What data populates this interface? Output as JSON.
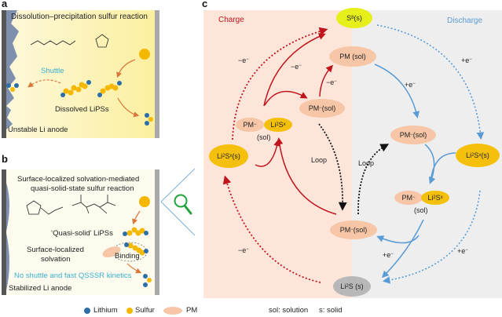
{
  "panels": {
    "a": {
      "label": "a",
      "title": "Dissolution–precipitation sulfur reaction",
      "shuttle": "Shuttle",
      "dissolved": "Dissolved LiPSs",
      "anode": "Unstable Li anode"
    },
    "b": {
      "label": "b",
      "title_line1": "Surface-localized solvation-mediated",
      "title_line2": "quasi-solid-state sulfur reaction",
      "quasi": "‘Quasi-solid’ LiPSs",
      "surface_line1": "Surface-localized",
      "surface_line2": "solvation",
      "binding": "Binding",
      "noshuttle": "No shuttle and fast QSSSR kinetics",
      "anode": "Stabilized Li anode",
      "magnifier_icon": "magnifier-icon"
    },
    "c": {
      "label": "c",
      "charge": "Charge",
      "discharge": "Discharge",
      "s8": "S",
      "s8_sub": "8",
      "s8_tail": " (s)",
      "pm_sol": "PM (sol)",
      "pm_minus": "PM",
      "minus_sup": "−",
      "sol": " (sol)",
      "sol_plain": "(sol)",
      "li": "Li",
      "li_sub": "2",
      "s_x": "S",
      "x_sub": "x",
      "solid": " (s)",
      "li2s_tail": "S (s)",
      "loop": "Loop",
      "minus_e": "−e",
      "plus_e": "+e",
      "e_sup": "−"
    }
  },
  "legend": {
    "lithium": "Lithium",
    "sulfur": "Sulfur",
    "pm": "PM",
    "sol_def": "sol: solution",
    "s_def": "s: solid"
  },
  "colors": {
    "lithium": "#2c6ea8",
    "sulfur": "#f5b800",
    "pm": "#f6c6a6",
    "charge": "#c0141c",
    "discharge": "#5b9bd5",
    "charge_bg": "#fde5da",
    "discharge_bg": "#eeeeee"
  }
}
